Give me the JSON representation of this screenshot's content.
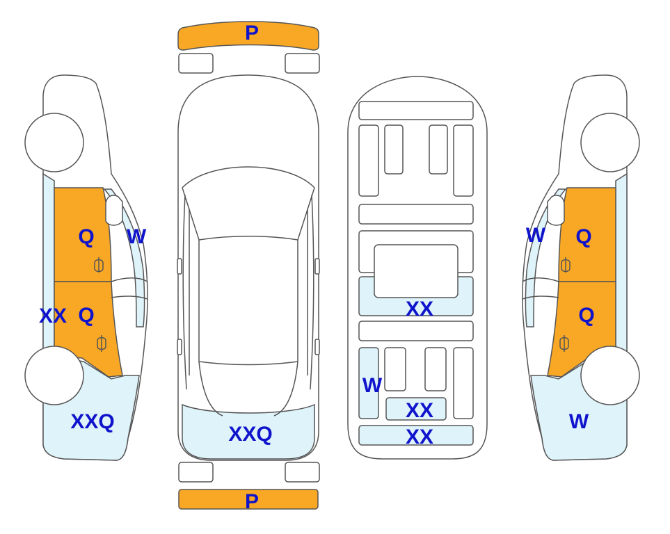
{
  "colors": {
    "outline": "#555555",
    "body_fill": "#ffffff",
    "light_damage": "#dff3fa",
    "paint_damage": "#f9a825",
    "label_text": "#0f14cc"
  },
  "views": {
    "left_side": {
      "labels": {
        "front_door": "Q",
        "rear_door": "Q",
        "mirror": "W",
        "rocker": "XX",
        "rear_quarter": "XXQ"
      }
    },
    "top": {
      "labels": {
        "front_bumper": "P",
        "rear_bumper": "P",
        "trunk": "XXQ"
      }
    },
    "underbody": {
      "labels": {
        "center": "XX",
        "left_rear": "W",
        "rear_center": "XX",
        "rear_bottom": "XX"
      }
    },
    "right_side": {
      "labels": {
        "mirror": "W",
        "front_door": "Q",
        "rear_door": "Q",
        "rear_quarter": "W"
      }
    }
  }
}
